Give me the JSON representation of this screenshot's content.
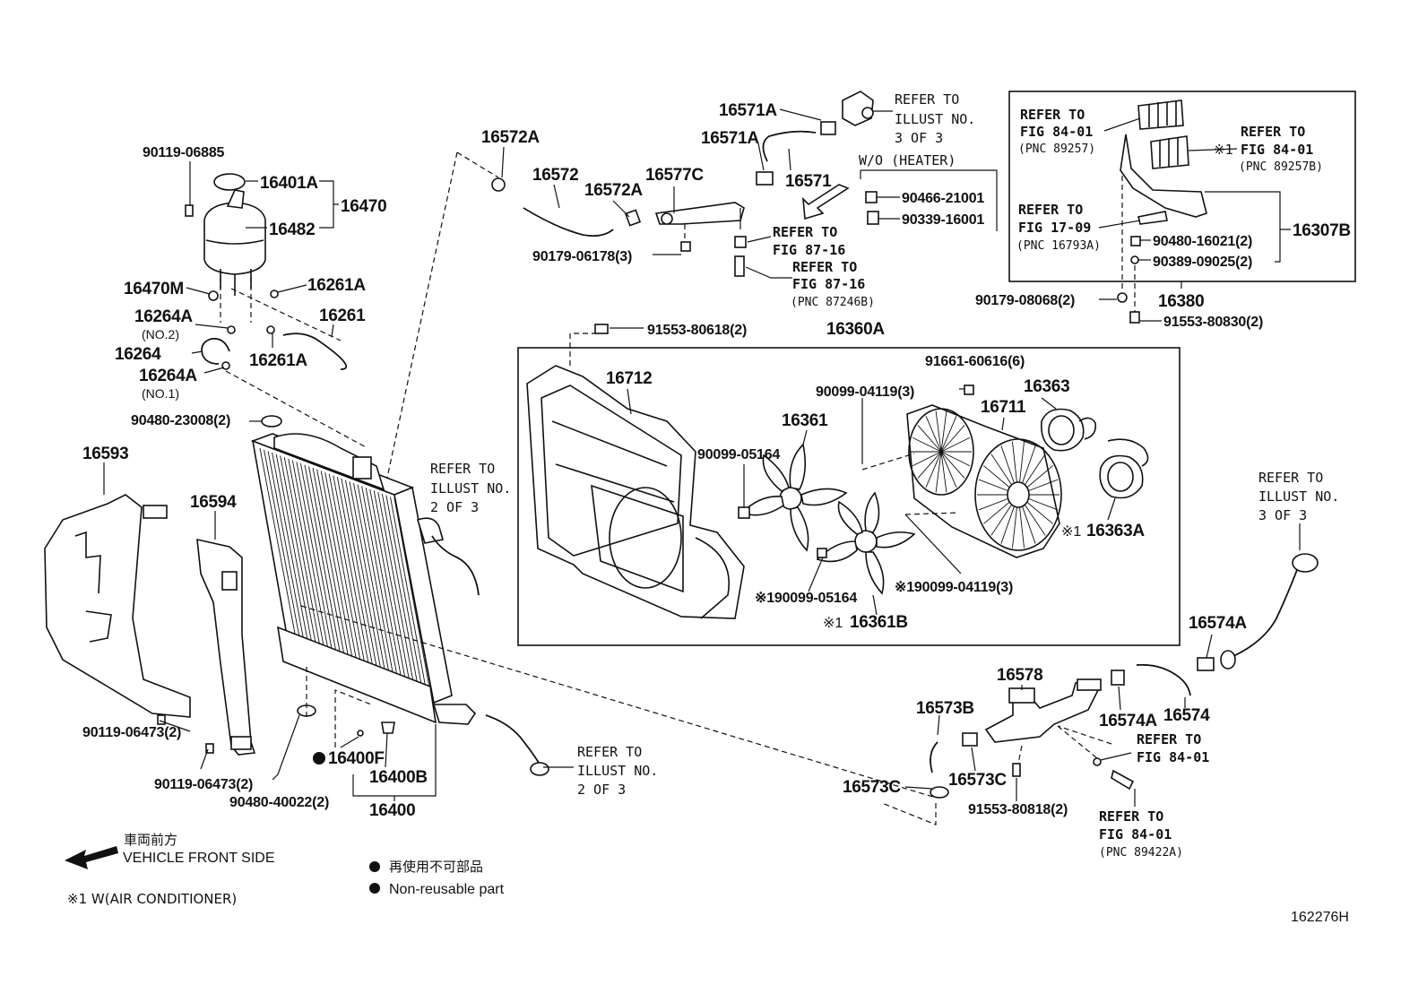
{
  "reservoir": {
    "bolt_top": "90119-06885",
    "cap": "16401A",
    "tank_group": "16470",
    "tank": "16482",
    "drain": "16470M",
    "clamp_a": "16261A",
    "clamp_b": "16261A",
    "hose_overflow": "16261",
    "clamp_no2": "16264A",
    "clamp_no2_note": "(NO.2)",
    "hose_small": "16264",
    "clamp_no1": "16264A",
    "clamp_no1_note": "(NO.1)"
  },
  "upper_hoses": {
    "clamp_left": "16572A",
    "hose_upper": "16572",
    "clamp_mid": "16572A",
    "pipe": "16577C",
    "bolt_pipe": "90179-06178(3)",
    "clamp_top": "16571A",
    "clamp_top2": "16571A",
    "hose_top": "16571",
    "ref_top": [
      "REFER TO",
      "ILLUST NO.",
      "3 OF 3"
    ],
    "wo_heater": "W/O (HEATER)",
    "plug": "90466-21001",
    "cap_part": "90339-16001",
    "ref_fig87_a": [
      "REFER TO",
      "FIG 87-16"
    ],
    "ref_fig87_b": [
      "REFER TO",
      "FIG 87-16",
      "(PNC 87246B)"
    ]
  },
  "ecu_box": {
    "ref_84_left": [
      "REFER TO",
      "FIG 84-01",
      "(PNC 89257)"
    ],
    "ref_84_right_mark": "※1",
    "ref_84_right": [
      "REFER TO",
      "FIG 84-01",
      "(PNC 89257B)"
    ],
    "ref_17": [
      "REFER TO",
      "FIG 17-09",
      "(PNC 16793A)"
    ],
    "bracket": "16307B",
    "nut": "90480-16021(2)",
    "grommet": "90389-09025(2)",
    "group": "16380",
    "bolt_low": "90179-08068(2)",
    "bolt_low2": "91553-80830(2)"
  },
  "radiator": {
    "cushion_top": "90480-23008(2)",
    "ref_left": [
      "REFER TO",
      "ILLUST NO.",
      "2 OF 3"
    ],
    "seal_left": "16593",
    "seal_right": "16594",
    "bolt_a": "90119-06473(2)",
    "bolt_b": "90119-06473(2)",
    "cushion_low": "90480-40022(2)",
    "drain_plug": "16400F",
    "drain_cock": "16400B",
    "assy": "16400",
    "ref_low": [
      "REFER TO",
      "ILLUST NO.",
      "2 OF 3"
    ]
  },
  "fan": {
    "bolt_shroud": "91553-80618(2)",
    "group": "16360A",
    "shroud": "16712",
    "screw": "91661-60616(6)",
    "nut_b": "90099-04119(3)",
    "motor": "16363",
    "shroud_b": "16711",
    "fan_a": "16361",
    "nut_a": "90099-05164",
    "motor_b_mark": "※1",
    "motor_b": "16363A",
    "nut_c": "※190099-05164",
    "nut_d": "※190099-04119(3)",
    "fan_b_mark": "※1",
    "fan_b": "16361B"
  },
  "lower_hoses": {
    "ref_right": [
      "REFER TO",
      "ILLUST NO.",
      "3 OF 3"
    ],
    "clamp_r": "16574A",
    "inlet": "16578",
    "clamp_r2": "16574A",
    "hose_r": "16574",
    "clamp_l": "16573B",
    "ref_84a": [
      "REFER TO",
      "FIG 84-01"
    ],
    "clamp_l2": "16573C",
    "clamp_l3": "16573C",
    "bolt": "91553-80818(2)",
    "ref_84b": [
      "REFER TO",
      "FIG 84-01",
      "(PNC 89422A)"
    ]
  },
  "legend": {
    "front_jp": "車両前方",
    "front_en": "VEHICLE FRONT SIDE",
    "nonreuse_jp": "再使用不可部品",
    "nonreuse_en": "Non-reusable part",
    "note1": "※1 W(AIR CONDITIONER)",
    "figure_id": "162276H"
  }
}
